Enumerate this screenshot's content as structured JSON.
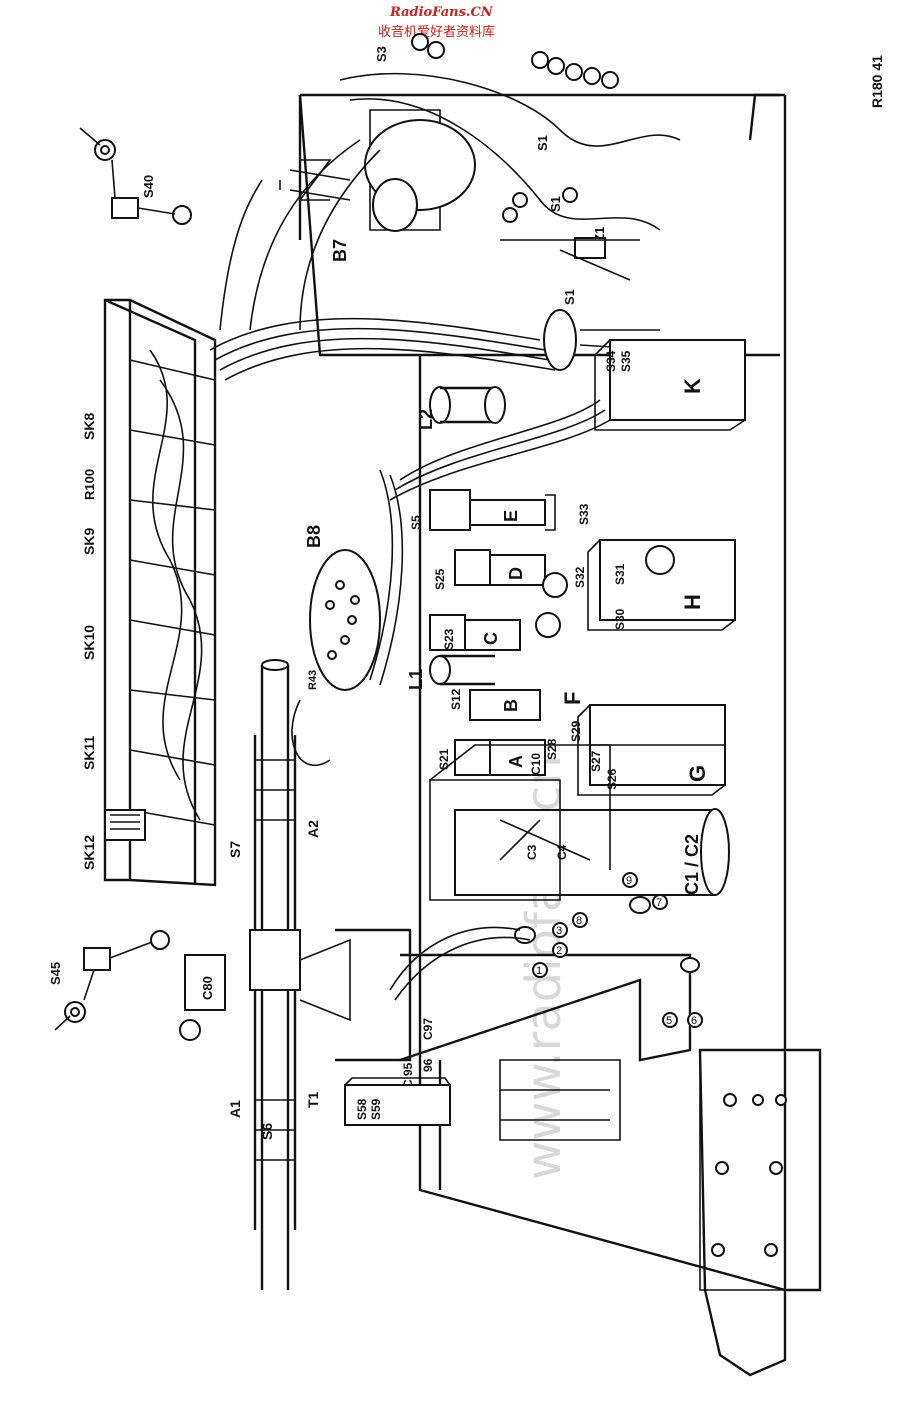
{
  "watermark": {
    "site": "RadioFans.CN",
    "slogan": "收音机爱好者资料库",
    "background_text": "www.radiofans.cn"
  },
  "drawing_code": "R180 41",
  "labels": {
    "B7": "B7",
    "B8": "B8",
    "SK8": "SK8",
    "SK9": "SK9",
    "SK10": "SK10",
    "SK11": "SK11",
    "SK12": "SK12",
    "R100": "R100",
    "R43": "R43",
    "S40": "S40",
    "S45": "S45",
    "C80": "C80",
    "S3": "S3",
    "S1a": "S1",
    "S1b": "S1",
    "S1c": "S1",
    "Z1": "Z1",
    "S34": "S34",
    "S35": "S35",
    "K": "K",
    "L2": "L2",
    "S5": "S5",
    "E": "E",
    "S33": "S33",
    "S25": "S25",
    "D": "D",
    "S32": "S32",
    "S31": "S31",
    "S30": "S30",
    "H": "H",
    "S23": "S23",
    "C": "C",
    "L1": "L1",
    "S12": "S12",
    "B": "B",
    "S29": "S29",
    "F": "F",
    "S21": "S21",
    "A": "A",
    "C10": "C10",
    "S28": "S28",
    "S27": "S27",
    "S26": "S26",
    "G": "G",
    "C1C2": "C1 / C2",
    "C3": "C3",
    "C4": "C4",
    "S7": "S7",
    "A2": "A2",
    "A1": "A1",
    "S6": "S6",
    "T1": "T1",
    "C97": "C97",
    "C96": "96",
    "C95": "C\n95",
    "S58": "S58",
    "S59": "S59"
  }
}
